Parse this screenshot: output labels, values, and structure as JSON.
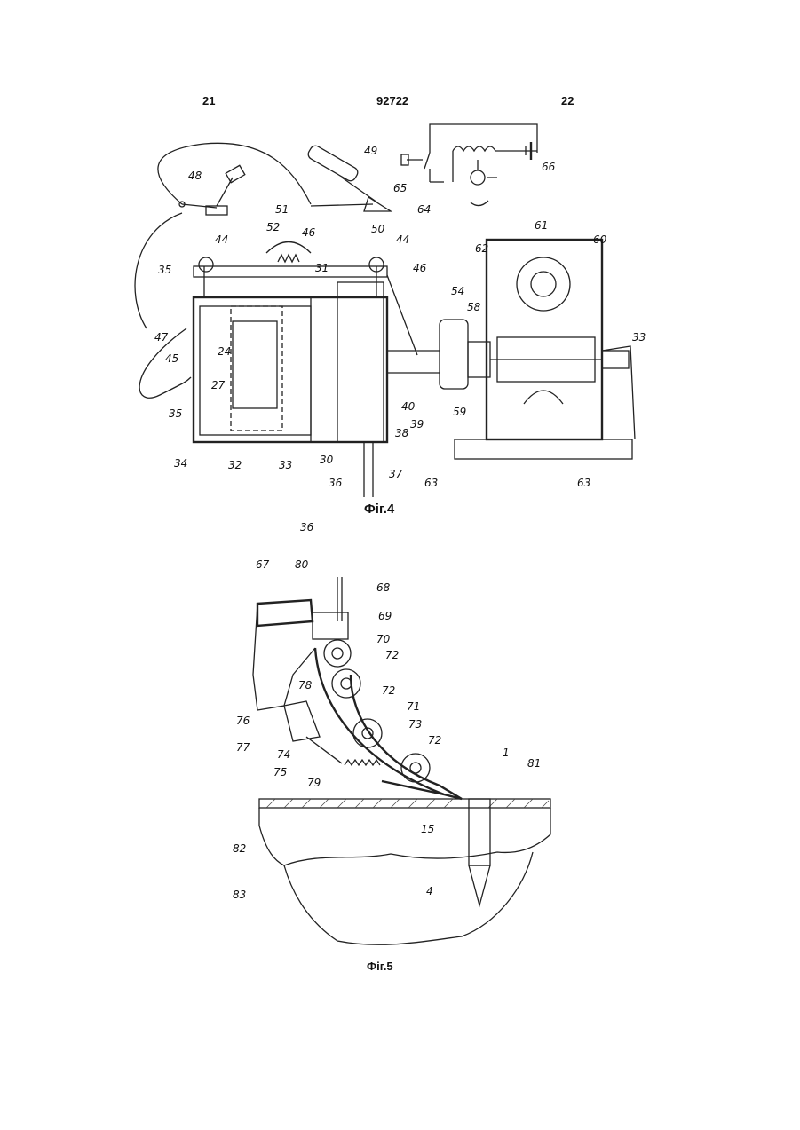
{
  "header": {
    "left_page": "21",
    "patent_number": "92722",
    "right_page": "22"
  },
  "figure4": {
    "caption": "Фіг.4",
    "labels": [
      "48",
      "49",
      "65",
      "66",
      "64",
      "51",
      "50",
      "61",
      "60",
      "62",
      "44",
      "52",
      "46",
      "44",
      "46",
      "35",
      "31",
      "54",
      "58",
      "33",
      "47",
      "45",
      "24",
      "27",
      "59",
      "39",
      "40",
      "35",
      "38",
      "34",
      "32",
      "33",
      "30",
      "36",
      "37",
      "63",
      "63"
    ]
  },
  "figure5": {
    "caption": "Фіг.5",
    "labels": [
      "36",
      "67",
      "80",
      "68",
      "69",
      "70",
      "72",
      "76",
      "78",
      "72",
      "71",
      "77",
      "74",
      "73",
      "72",
      "75",
      "79",
      "1",
      "81",
      "15",
      "82",
      "4",
      "83"
    ]
  }
}
